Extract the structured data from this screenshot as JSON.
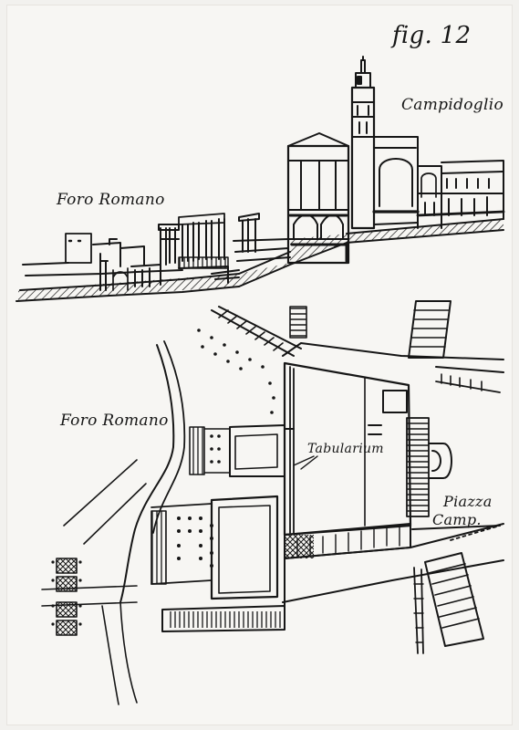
{
  "figure_label": "fig. 12",
  "labels": {
    "campidoglio": "Campidoglio",
    "foro_romano_elevation": "Foro Romano",
    "foro_romano_plan": "Foro Romano",
    "tabularium": "Tabularium",
    "piazza": "Piazza",
    "camp": "Camp."
  },
  "colors": {
    "paper": "#f7f6f3",
    "ink": "#161616"
  }
}
